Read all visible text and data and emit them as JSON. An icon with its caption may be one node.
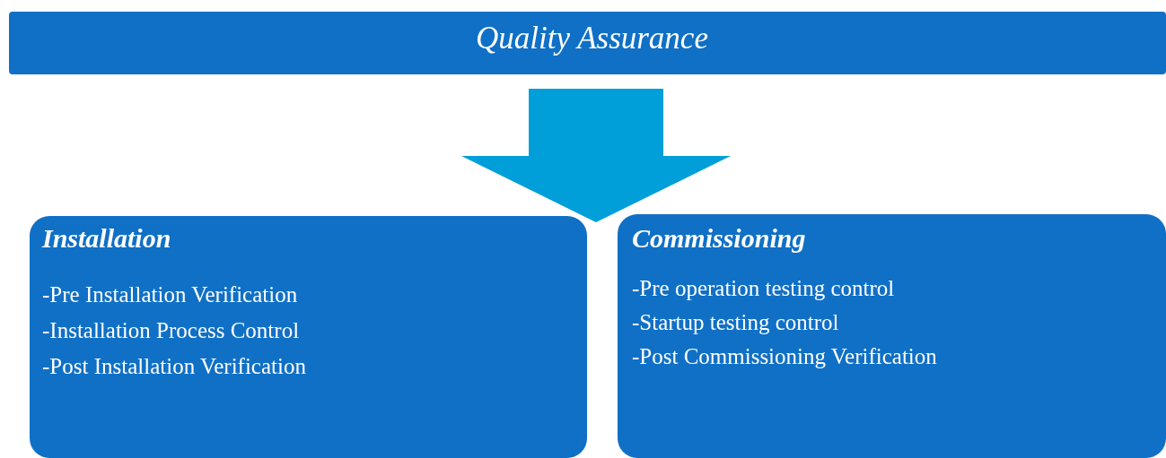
{
  "diagram": {
    "nodes": [
      {
        "text": [
          "Quality Assurance"
        ]
      },
      {
        "text": [
          "Installation",
          "-Pre Installation Verification",
          "-Installation Process Control",
          "-Post Installation Verification"
        ]
      },
      {
        "text": [
          "Commissioning",
          "-Pre operation testing control",
          "-Startup testing control",
          "-Post Commissioning Verification"
        ]
      }
    ],
    "edges": [
      {
        "from": 0,
        "to": 1,
        "arrow": "to"
      },
      {
        "from": 0,
        "to": 2,
        "arrow": "to"
      }
    ]
  }
}
